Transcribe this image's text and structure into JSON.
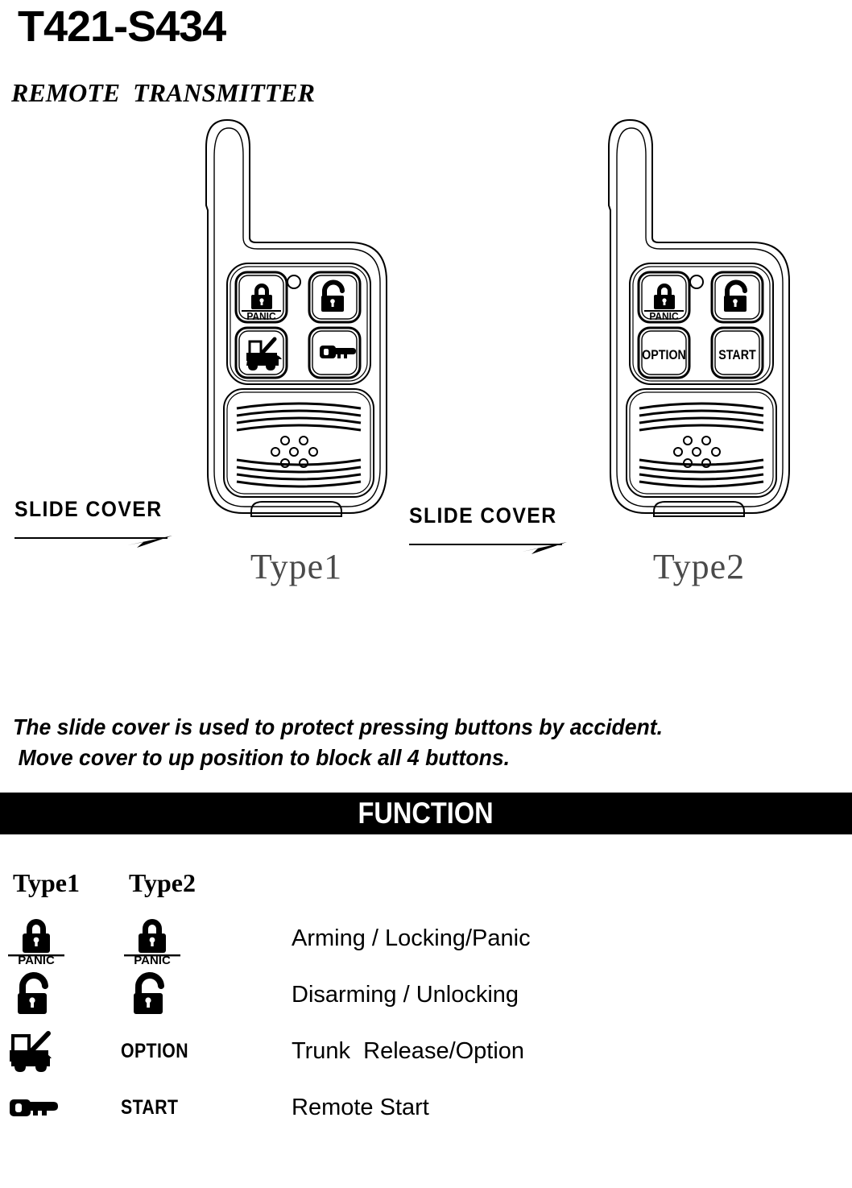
{
  "document": {
    "model_title": "T421-S434",
    "subtitle": "REMOTE  TRANSMITTER"
  },
  "figure": {
    "remotes": [
      {
        "caption": "Type1",
        "slide_cover_label": "SLIDE COVER",
        "led_icon": "led-indicator-icon",
        "buttons": [
          {
            "position": "top-left",
            "icon": "padlock-locked-icon",
            "label": "PANIC"
          },
          {
            "position": "top-right",
            "icon": "padlock-unlocked-icon",
            "label": ""
          },
          {
            "position": "bottom-left",
            "icon": "car-trunk-release-icon",
            "label": ""
          },
          {
            "position": "bottom-right",
            "icon": "car-key-icon",
            "label": ""
          }
        ]
      },
      {
        "caption": "Type2",
        "slide_cover_label": "SLIDE COVER",
        "led_icon": "led-indicator-icon",
        "buttons": [
          {
            "position": "top-left",
            "icon": "padlock-locked-icon",
            "label": "PANIC"
          },
          {
            "position": "top-right",
            "icon": "padlock-unlocked-icon",
            "label": ""
          },
          {
            "position": "bottom-left",
            "icon": "",
            "label": "OPTION"
          },
          {
            "position": "bottom-right",
            "icon": "",
            "label": "START"
          }
        ]
      }
    ]
  },
  "instructions": {
    "line1": "The slide cover is used to protect pressing buttons by accident.",
    "line2": "Move cover to up position to block all 4 buttons."
  },
  "function_section": {
    "banner": "FUNCTION",
    "columns": {
      "type1": "Type1",
      "type2": "Type2"
    },
    "rows": [
      {
        "type1_icon": "padlock-locked-panic-icon",
        "type1_label": "PANIC",
        "type2_icon": "padlock-locked-panic-icon",
        "type2_label": "PANIC",
        "description": "Arming / Locking/Panic"
      },
      {
        "type1_icon": "padlock-unlocked-icon",
        "type1_label": "",
        "type2_icon": "padlock-unlocked-icon",
        "type2_label": "",
        "description": "Disarming / Unlocking"
      },
      {
        "type1_icon": "car-trunk-release-icon",
        "type1_label": "",
        "type2_icon": "",
        "type2_label": "OPTION",
        "description": "Trunk  Release/Option"
      },
      {
        "type1_icon": "car-key-icon",
        "type1_label": "",
        "type2_icon": "",
        "type2_label": "START",
        "description": "Remote Start"
      }
    ]
  },
  "colors": {
    "ink": "#000000",
    "page": "#ffffff",
    "caption_gray": "#4a4a4a"
  }
}
